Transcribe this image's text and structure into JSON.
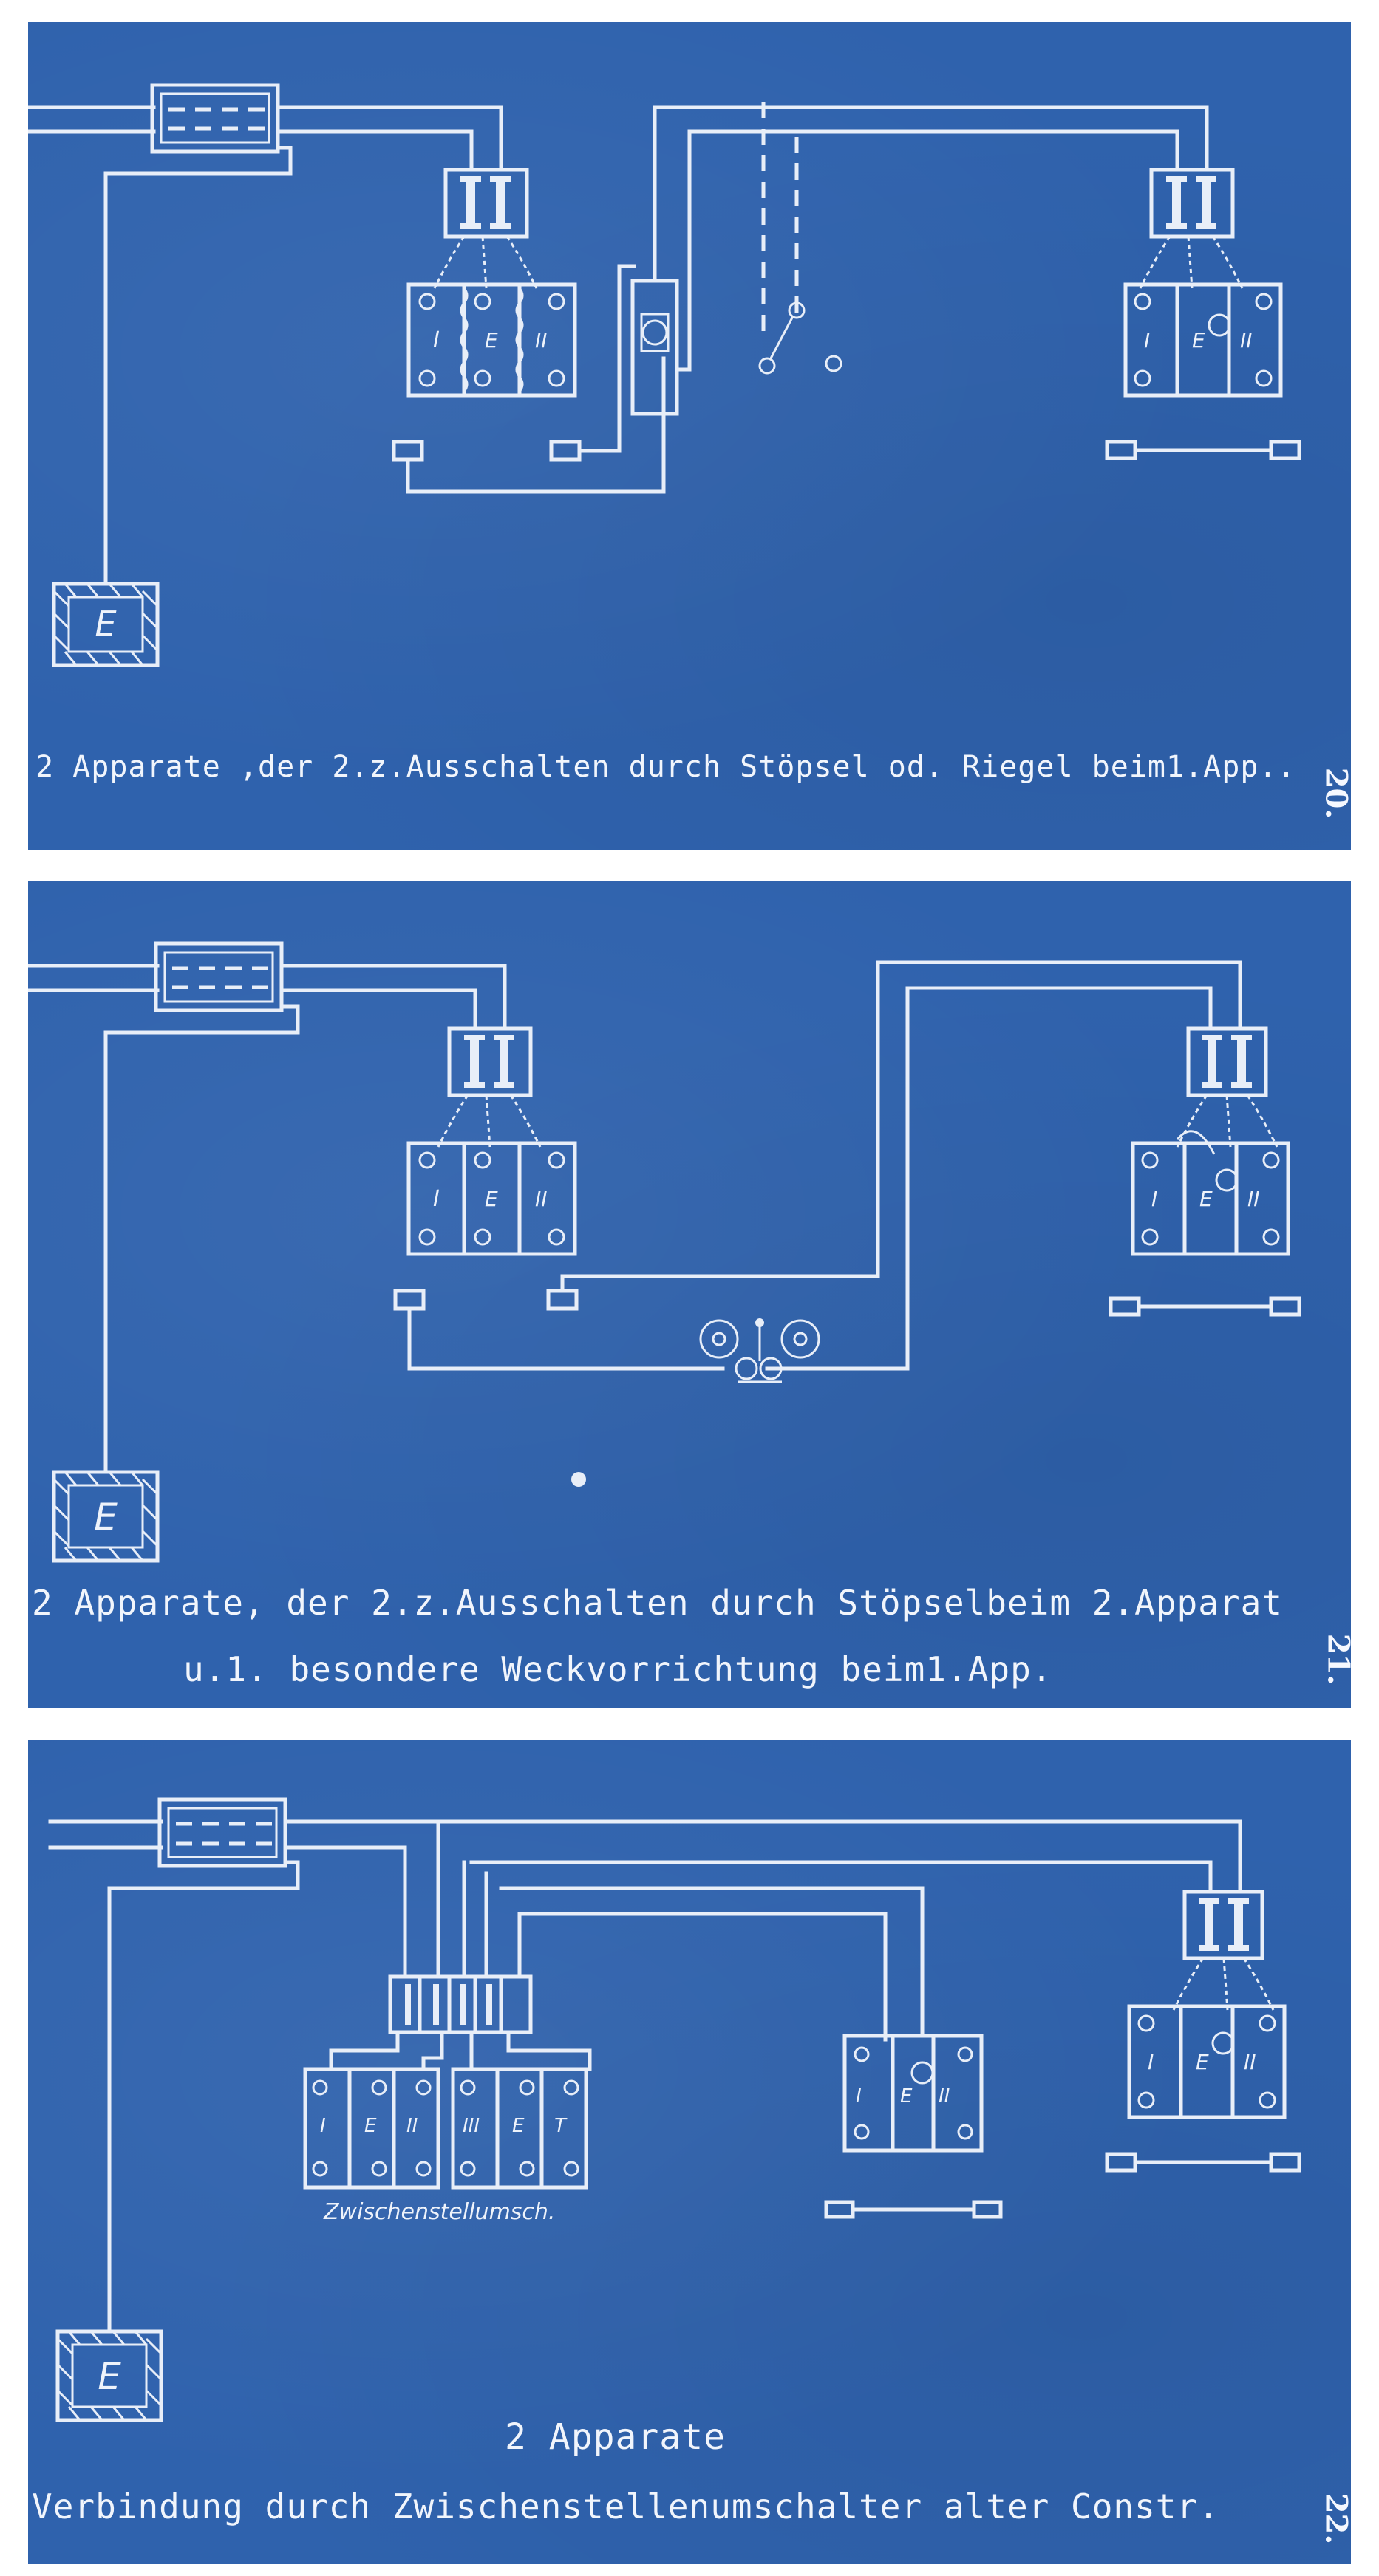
{
  "panels": [
    {
      "caption": "2 Apparate ,der 2.z.Ausschalten durch Stöpsel od. Riegel beim1.App..",
      "number": "20.",
      "earth_label": "E",
      "app1_labels": [
        "I",
        "E",
        "II"
      ],
      "app2_labels": [
        "I",
        "E",
        "II"
      ]
    },
    {
      "caption_line1": "2 Apparate, der 2.z.Ausschalten durch Stöpselbeim 2.Apparat",
      "caption_line2": "u.1. besondere Weckvorrichtung beim1.App.",
      "number": "21.",
      "earth_label": "E",
      "app1_labels": [
        "I",
        "E",
        "II"
      ],
      "app2_labels": [
        "I",
        "E",
        "II"
      ]
    },
    {
      "caption_line1": "2 Apparate",
      "caption_line2": "Verbindung durch Zwischenstellenumschalter alter Constr.",
      "number": "22.",
      "earth_label": "E",
      "switch_label": "Zwischenstellumsch.",
      "switch_labels": [
        "I",
        "E",
        "II",
        "III",
        "E",
        "T"
      ],
      "app_mid_labels": [
        "I",
        "E",
        "II"
      ],
      "app2_labels": [
        "I",
        "E",
        "II"
      ]
    }
  ]
}
